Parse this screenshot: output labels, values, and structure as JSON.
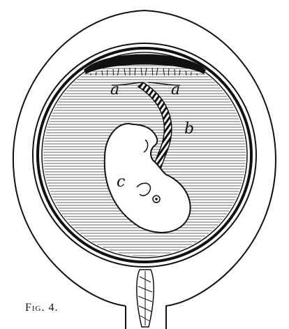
{
  "figure": {
    "caption": "Fig. 4.",
    "labels": {
      "a_left": "a",
      "a_right": "a",
      "b": "b",
      "c": "c"
    }
  },
  "colors": {
    "ink": "#111111",
    "paper": "#ffffff",
    "hatch": "#555555"
  }
}
